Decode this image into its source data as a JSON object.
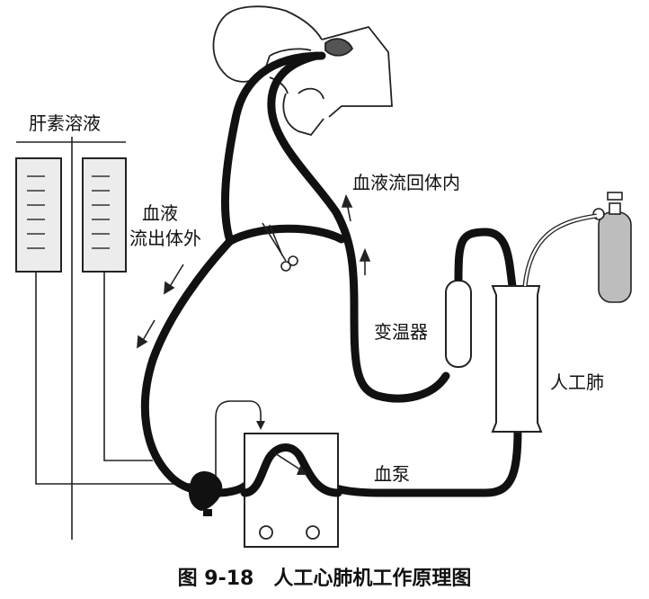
{
  "labels": {
    "heparin": "肝素溶液",
    "blood_out_line1": "血液",
    "blood_out_line2": "流出体外",
    "blood_return": "血液流回体内",
    "heat_exchanger": "变温器",
    "artificial_lung": "人工肺",
    "blood_pump": "血泵"
  },
  "caption": "图 9-18　人工心肺机工作原理图",
  "colors": {
    "tube": "#111111",
    "line": "#222222",
    "bottle_fill": "#e8e8e8",
    "cylinder_fill": "#bdbdbd"
  }
}
